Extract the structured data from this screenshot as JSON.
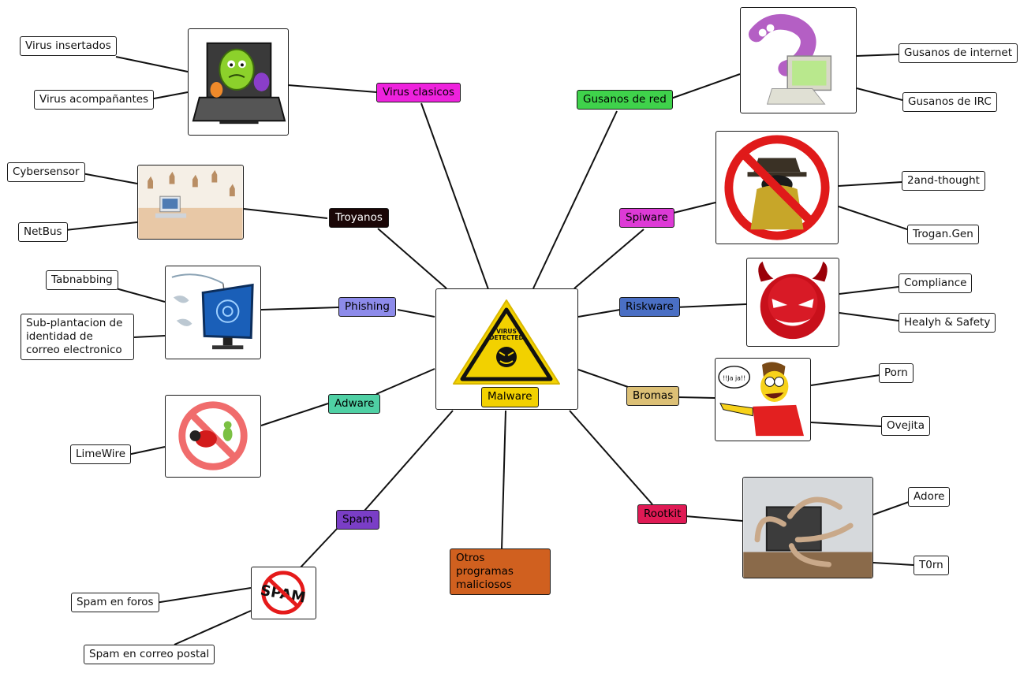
{
  "center": {
    "label": "Malware",
    "sign_text": [
      "VIRUS",
      "DETECTED"
    ],
    "color": "#f2d100"
  },
  "categories": [
    {
      "id": "virus",
      "label": "Virus clasicos",
      "color": "#ee22dd",
      "text_color": "#111111",
      "leaves": [
        "Virus insertados",
        "Virus acompañantes"
      ],
      "image": "virus-monsters-laptop"
    },
    {
      "id": "troyanos",
      "label": "Troyanos",
      "color": "#1a0606",
      "text_color": "#ffffff",
      "leaves": [
        "Cybersensor",
        "NetBus"
      ],
      "image": "trojan-horses-computer"
    },
    {
      "id": "phishing",
      "label": "Phishing",
      "color": "#8d8bea",
      "text_color": "#111111",
      "leaves": [
        "Tabnabbing",
        "Sub-plantacion de identidad de correo electronico"
      ],
      "image": "fishing-hook-monitor"
    },
    {
      "id": "adware",
      "label": "Adware",
      "color": "#4fd0a4",
      "text_color": "#111111",
      "leaves": [
        "LimeWire"
      ],
      "image": "no-bugs-sign"
    },
    {
      "id": "spam",
      "label": "Spam",
      "color": "#7a3ec6",
      "text_color": "#111111",
      "leaves": [
        "Spam en foros",
        "Spam en correo postal"
      ],
      "image": "no-spam-sign",
      "image_text": "SPAM"
    },
    {
      "id": "otros",
      "label": "Otros programas maliciosos",
      "color": "#d0601f",
      "text_color": "#111111",
      "leaves": []
    },
    {
      "id": "gusanos",
      "label": "Gusanos de red",
      "color": "#3fd24b",
      "text_color": "#111111",
      "leaves": [
        "Gusanos de internet",
        "Gusanos de IRC"
      ],
      "image": "worm-computer"
    },
    {
      "id": "spiware",
      "label": "Spiware",
      "color": "#dd3ad6",
      "text_color": "#111111",
      "leaves": [
        "2and-thought",
        "Trogan.Gen"
      ],
      "image": "no-spy-sign"
    },
    {
      "id": "riskware",
      "label": "Riskware",
      "color": "#4a6fc4",
      "text_color": "#111111",
      "leaves": [
        "Compliance",
        "Healyh & Safety"
      ],
      "image": "red-devil-face"
    },
    {
      "id": "bromas",
      "label": "Bromas",
      "color": "#dcc076",
      "text_color": "#111111",
      "leaves": [
        "Porn",
        "Ovejita"
      ],
      "image": "laughing-cartoon",
      "image_text": "!!Ja ja!!"
    },
    {
      "id": "rootkit",
      "label": "Rootkit",
      "color": "#e01a55",
      "text_color": "#111111",
      "leaves": [
        "Adore",
        "T0rn"
      ],
      "image": "hands-from-monitor"
    }
  ]
}
